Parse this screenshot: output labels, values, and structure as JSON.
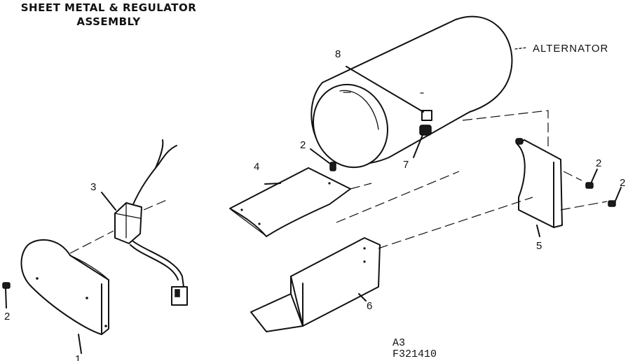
{
  "title": {
    "line1": "SHEET METAL & REGULATOR",
    "line2": "ASSEMBLY"
  },
  "labels": {
    "alternator": "ALTERNATOR",
    "callouts": [
      "1",
      "2",
      "3",
      "2",
      "4",
      "7",
      "8",
      "6",
      "2",
      "2",
      "5"
    ]
  },
  "drawing_code": {
    "line1": "A3",
    "line2": "F321410"
  }
}
